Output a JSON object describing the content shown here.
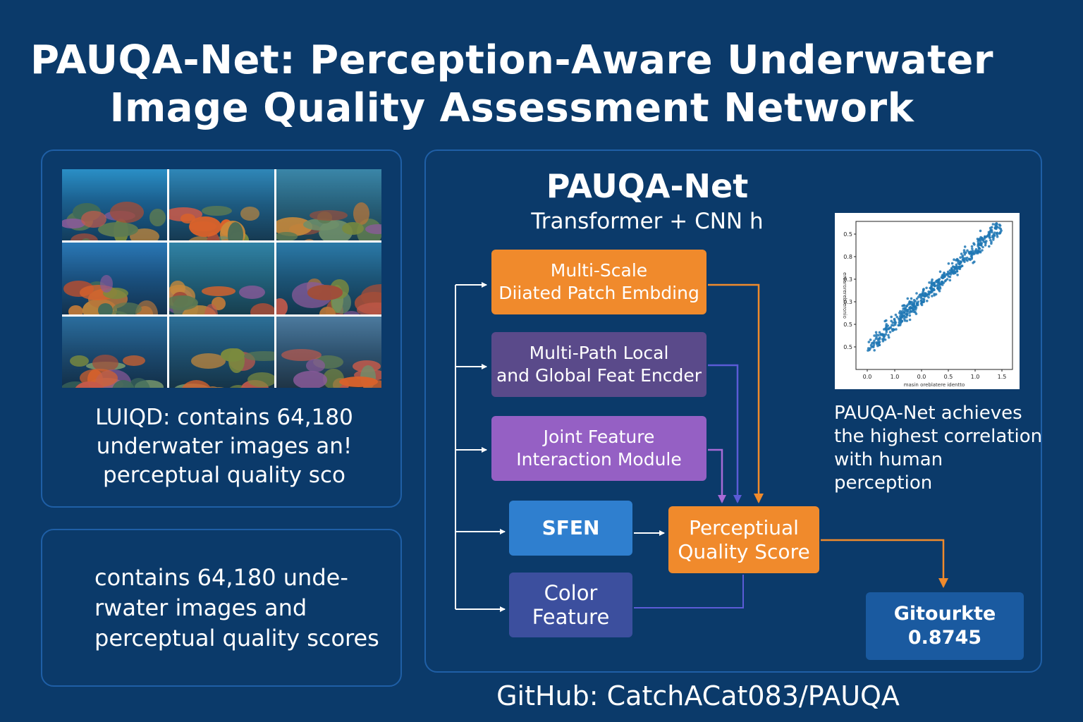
{
  "title": {
    "line1": "PAUQA-Net: Perception-Aware Underwater",
    "line2": "Image Quality Assessment Network"
  },
  "dataset_panel": {
    "caption_lines": [
      "LUIQD: contains 64,180",
      "underwater images an!",
      "perceptual quality sco"
    ]
  },
  "description_panel": {
    "lines": [
      "contains 64,180 unde-",
      "rwater images and",
      "perceptual quality scores"
    ]
  },
  "architecture": {
    "title": "PAUQA-Net",
    "subtitle": "Transformer + CNN h",
    "blocks": {
      "msdpe": [
        "Multi-Scale",
        "Diiated Patch Embding"
      ],
      "mplg": [
        "Multi-Path Local",
        "and Global Feat Encder"
      ],
      "jfim": [
        "Joint Feature",
        "Interaction Module"
      ],
      "sfen": "SFEN",
      "color": [
        "Color",
        "Feature"
      ],
      "score": [
        "Perceptiual",
        "Quality Score"
      ]
    },
    "result": {
      "label": "Gitourkte",
      "value": "0.8745"
    },
    "colors": {
      "orange": "#f08a2c",
      "purple_dark": "#5a4a8a",
      "purple_light": "#9560c4",
      "blue": "#2f7fcf",
      "indigo": "#3c4f9e",
      "navy": "#1a5aa0"
    }
  },
  "scatter": {
    "caption_lines": [
      "PAUQA-Net achieves",
      "the highest correlation",
      "with human perception"
    ],
    "axis_title_x": "masin oreblatere  identto",
    "axis_title_y": "erearorerebreronio",
    "x_tick_labels": [
      "0.0",
      "1.0",
      "0.0",
      "0.5",
      "1.0",
      "1.5"
    ],
    "y_tick_labels": [
      "0.5",
      "0.8",
      "0.3",
      "0.3",
      "0.5",
      "0.5"
    ],
    "point_color": "#1f77b4"
  },
  "footer": {
    "github": "GitHub: CatchACat083/PAUQA"
  }
}
